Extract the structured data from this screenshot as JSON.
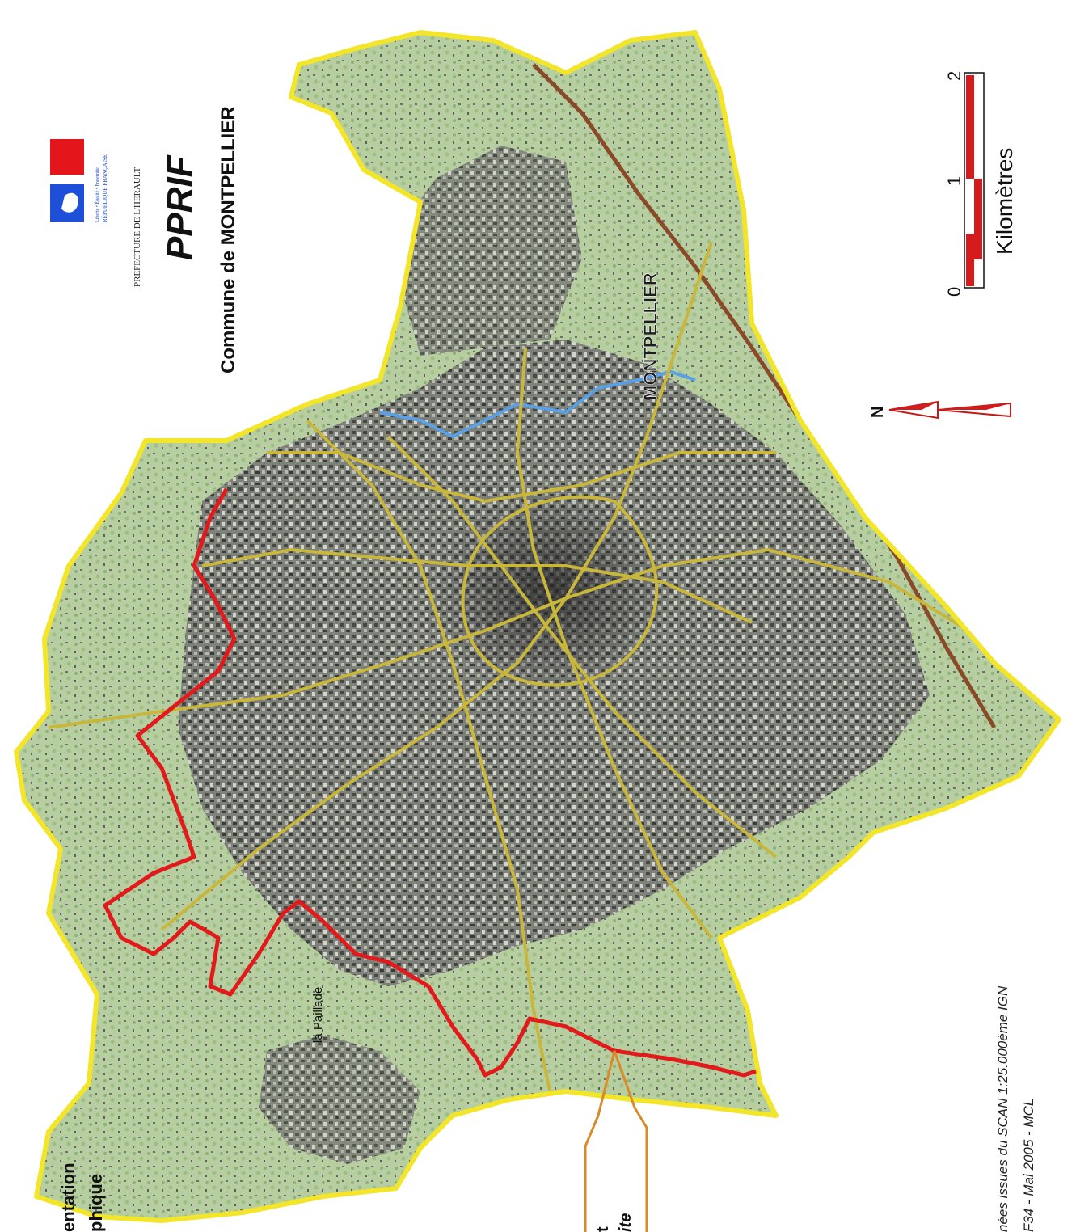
{
  "header": {
    "prefecture": "PREFECTURE DE L'HERAULT",
    "title": "PPRIF",
    "subtitle": "Commune de MONTPELLIER",
    "motto": "Liberté • Égalité • Fraternité",
    "republic": "RÉPUBLIQUE FRANÇAISE"
  },
  "scale_bar": {
    "unit_label": "Kilomètres",
    "ticks": [
      "0",
      "1",
      "2"
    ]
  },
  "north_arrow": {
    "label": "N"
  },
  "map": {
    "city_label": "MONTPELLIER",
    "place_labels": [
      "la Paillade"
    ],
    "colors": {
      "commune_boundary": "#f2e52a",
      "zone_boundary": "#e31a1c",
      "main_roads": "#c8b73a",
      "motorway": "#8a4a2a",
      "river": "#5aa0e6",
      "callout": "#d98a2a",
      "urban": "#5a5a5a",
      "vegetation": "#a9c48f"
    }
  },
  "legend_partial": {
    "line1": "entation",
    "line2": "phique",
    "callout_line1": "t",
    "callout_line2": "ite"
  },
  "sources": {
    "line1": "nées issues du SCAN 1:25.000ème IGN",
    "line2": "F34 - Mai 2005 - MCL"
  }
}
